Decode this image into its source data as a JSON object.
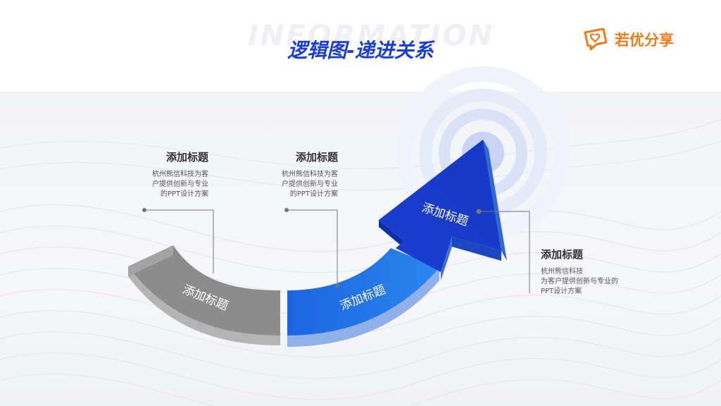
{
  "header": {
    "watermark": "INFORMATION",
    "title": "逻辑图-递进关系"
  },
  "logo": {
    "text": "若优分享",
    "icon": "chat-heart-icon",
    "color": "#f07a1a"
  },
  "colors": {
    "accent": "#1a3fcf",
    "gray": "#8a8a8a",
    "blue_mid": "#1e6fe6",
    "blue_dark": "#1540d6"
  },
  "steps": [
    {
      "segment_label": "添加标题",
      "title": "添加标题",
      "desc_lines": [
        "杭州熊信科技为客",
        "户提供创新与专业",
        "的PPT设计方案"
      ]
    },
    {
      "segment_label": "添加标题",
      "title": "添加标题",
      "desc_lines": [
        "杭州熊信科技为客",
        "户提供创新与专业",
        "的PPT设计方案"
      ]
    },
    {
      "segment_label": "添加标题",
      "title": "添加标题",
      "desc_lines": [
        "杭州熊信科技",
        "为客户提供创新与专业的",
        "PPT设计方案"
      ]
    }
  ]
}
